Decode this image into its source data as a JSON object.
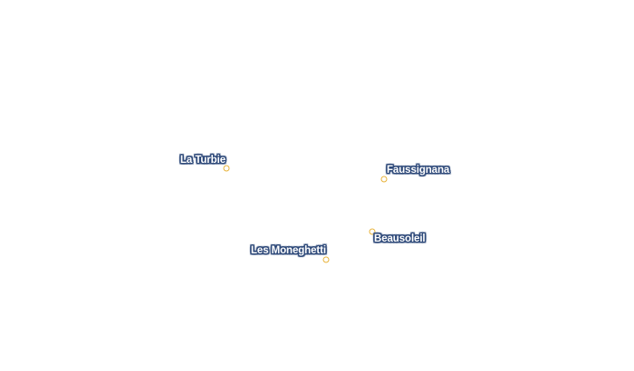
{
  "map": {
    "places": [
      {
        "name": "La Turbie"
      },
      {
        "name": "Faussignana"
      },
      {
        "name": "Beausoleil"
      },
      {
        "name": "Les Moneghetti"
      }
    ]
  },
  "colors": {
    "label_text": "#ffffff",
    "label_halo": "#2f4a7a",
    "marker_stroke": "#e8b33a",
    "background": "#ffffff"
  }
}
